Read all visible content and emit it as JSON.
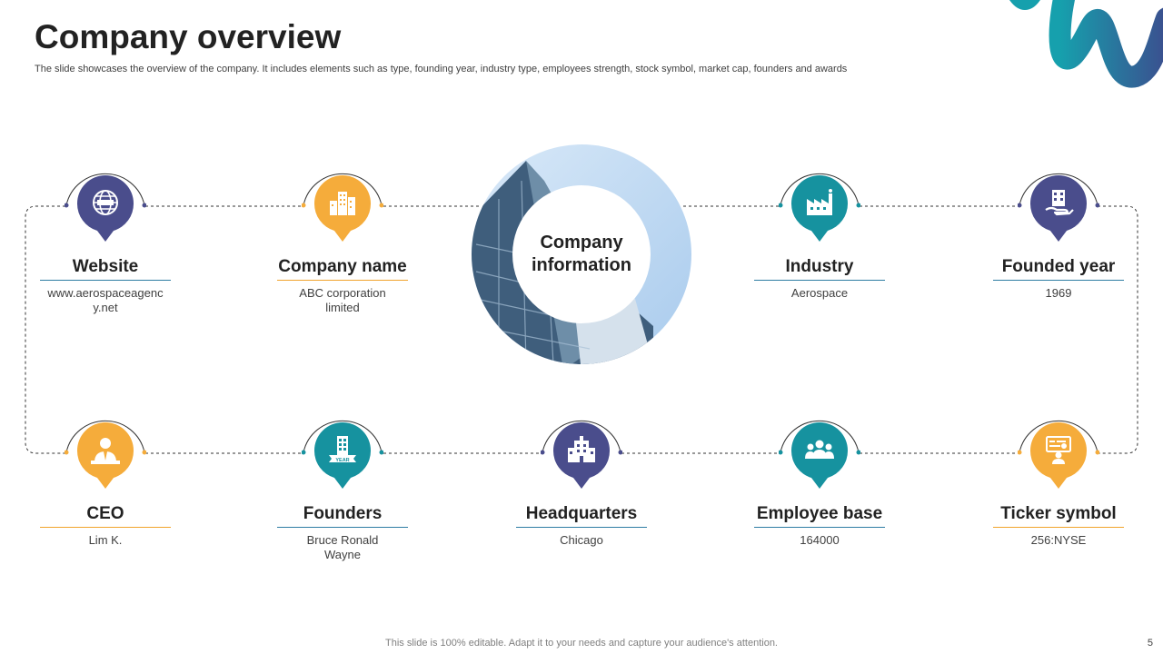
{
  "header": {
    "title": "Company overview",
    "subtitle": "The slide showcases the overview of the company. It includes elements such as type, founding year, industry type, employees strength, stock symbol, market cap, founders and awards"
  },
  "center": {
    "label": "Company information"
  },
  "colors": {
    "navy": "#4a4d8c",
    "orange": "#f5ac3b",
    "teal": "#16929f",
    "dark": "#222222",
    "divider_blue": "#2e7da3",
    "divider_orange": "#f0a32c"
  },
  "items": [
    {
      "label": "Website",
      "value": "www.aerospaceagency.net",
      "color": "navy",
      "icon": "globe-icon"
    },
    {
      "label": "Company name",
      "value": "ABC corporation limited",
      "color": "orange",
      "icon": "city-buildings-icon"
    },
    {
      "label": "Industry",
      "value": "Aerospace",
      "color": "teal",
      "icon": "factory-icon"
    },
    {
      "label": "Founded year",
      "value": "1969",
      "color": "navy",
      "icon": "building-hand-icon"
    },
    {
      "label": "CEO",
      "value": "Lim K.",
      "color": "orange",
      "icon": "businessman-icon"
    },
    {
      "label": "Founders",
      "value": "Bruce Ronald Wayne",
      "color": "teal",
      "icon": "building-year-icon"
    },
    {
      "label": "Headquarters",
      "value": "Chicago",
      "color": "navy",
      "icon": "headquarters-icon"
    },
    {
      "label": "Employee base",
      "value": "164000",
      "color": "teal",
      "icon": "team-icon"
    },
    {
      "label": "Ticker symbol",
      "value": "256:NYSE",
      "color": "orange",
      "icon": "ticker-screen-icon"
    }
  ],
  "footer": {
    "note": "This slide is 100% editable. Adapt it to your needs and capture your audience's attention.",
    "page_number": "5"
  }
}
